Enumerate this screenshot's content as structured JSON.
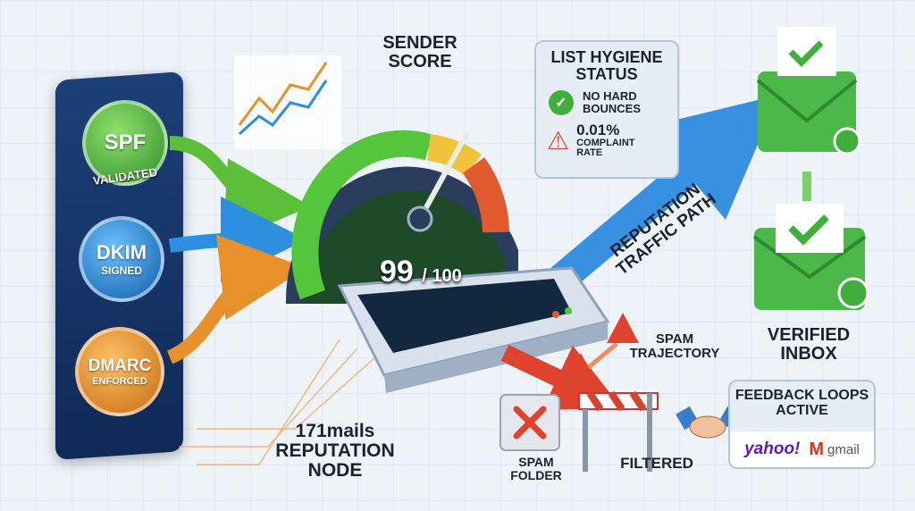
{
  "auth": {
    "spf": {
      "label": "SPF",
      "status": "VALIDATED",
      "color": "#3fae3a"
    },
    "dkim": {
      "label": "DKIM",
      "status": "SIGNED",
      "color": "#1f7fd1"
    },
    "dmarc": {
      "label": "DMARC",
      "status": "ENFORCED",
      "color": "#e08a1e"
    }
  },
  "score": {
    "title": "SENDER SCORE",
    "value": "99",
    "max": "/ 100",
    "fraction": 0.99
  },
  "hygiene": {
    "title": "LIST HYGIENE STATUS",
    "items": [
      {
        "icon": "check-icon",
        "text": "NO HARD BOUNCES"
      },
      {
        "icon": "warning-icon",
        "value": "0.01%",
        "text": "COMPLAINT RATE"
      }
    ]
  },
  "path_label": "REPUTATION TRAFFIC PATH",
  "inbox_label": "VERIFIED INBOX",
  "spam": {
    "trajectory": "SPAM TRAJECTORY",
    "folder": "SPAM FOLDER",
    "filtered": "FILTERED"
  },
  "node": {
    "brand": "171mails",
    "label": "REPUTATION NODE"
  },
  "feedback": {
    "title": "FEEDBACK LOOPS ACTIVE",
    "providers": [
      "yahoo!",
      "gmail"
    ]
  },
  "colors": {
    "green": "#3fae3a",
    "blue": "#1f7fd1",
    "orange": "#e08a1e",
    "red": "#d9412e",
    "navy": "#14336a"
  }
}
